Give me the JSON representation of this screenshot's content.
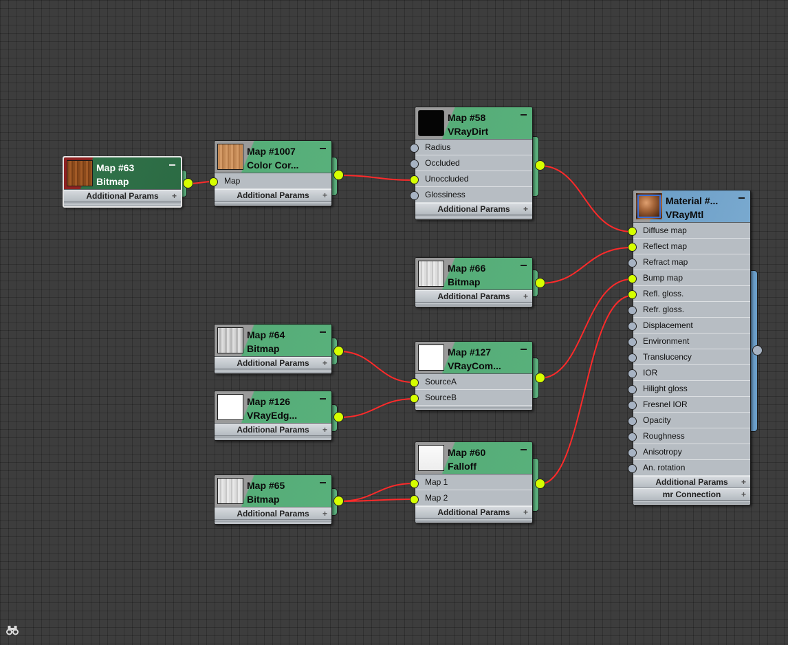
{
  "nodes": {
    "map63": {
      "title": "Map #63",
      "subtitle": "Bitmap",
      "params": "Additional Params",
      "thumbnail": "wood-texture"
    },
    "map1007": {
      "title": "Map #1007",
      "subtitle": "Color Cor...",
      "slots": [
        "Map"
      ],
      "params": "Additional Params",
      "thumbnail": "light-wood-texture"
    },
    "map58": {
      "title": "Map #58",
      "subtitle": "VRayDirt",
      "slots": [
        "Radius",
        "Occluded",
        "Unoccluded",
        "Glossiness"
      ],
      "params": "Additional Params",
      "thumbnail": "black"
    },
    "map66": {
      "title": "Map #66",
      "subtitle": "Bitmap",
      "params": "Additional Params",
      "thumbnail": "gray-texture"
    },
    "map64": {
      "title": "Map #64",
      "subtitle": "Bitmap",
      "params": "Additional Params",
      "thumbnail": "gray-texture"
    },
    "map127": {
      "title": "Map #127",
      "subtitle": "VRayCom...",
      "slots": [
        "SourceA",
        "SourceB"
      ],
      "thumbnail": "white"
    },
    "map126": {
      "title": "Map #126",
      "subtitle": "VRayEdg...",
      "params": "Additional Params",
      "thumbnail": "white"
    },
    "map65": {
      "title": "Map #65",
      "subtitle": "Bitmap",
      "params": "Additional Params",
      "thumbnail": "gray-texture"
    },
    "map60": {
      "title": "Map #60",
      "subtitle": "Falloff",
      "slots": [
        "Map 1",
        "Map 2"
      ],
      "params": "Additional Params",
      "thumbnail": "white-gradient"
    },
    "material": {
      "title": "Material #...",
      "subtitle": "VRayMtl",
      "thumbnail": "material-sphere",
      "slots": [
        "Diffuse map",
        "Reflect map",
        "Refract map",
        "Bump map",
        "Refl. gloss.",
        "Refr. gloss.",
        "Displacement",
        "Environment",
        "Translucency",
        "IOR",
        "Hilight gloss",
        "Fresnel IOR",
        "Opacity",
        "Roughness",
        "Anisotropy",
        "An. rotation"
      ],
      "params": "Additional Params",
      "connection": "mr Connection"
    }
  },
  "colors": {
    "wire": "#ff2a2a",
    "socket_connected": "#d6ff00",
    "socket_empty": "#a7b3c3",
    "map_header": "#58b07b",
    "material_header": "#79a9cf",
    "selected_header_accent": "#8f2222"
  },
  "icons": {
    "bottom_left": "binoculars-icon"
  }
}
